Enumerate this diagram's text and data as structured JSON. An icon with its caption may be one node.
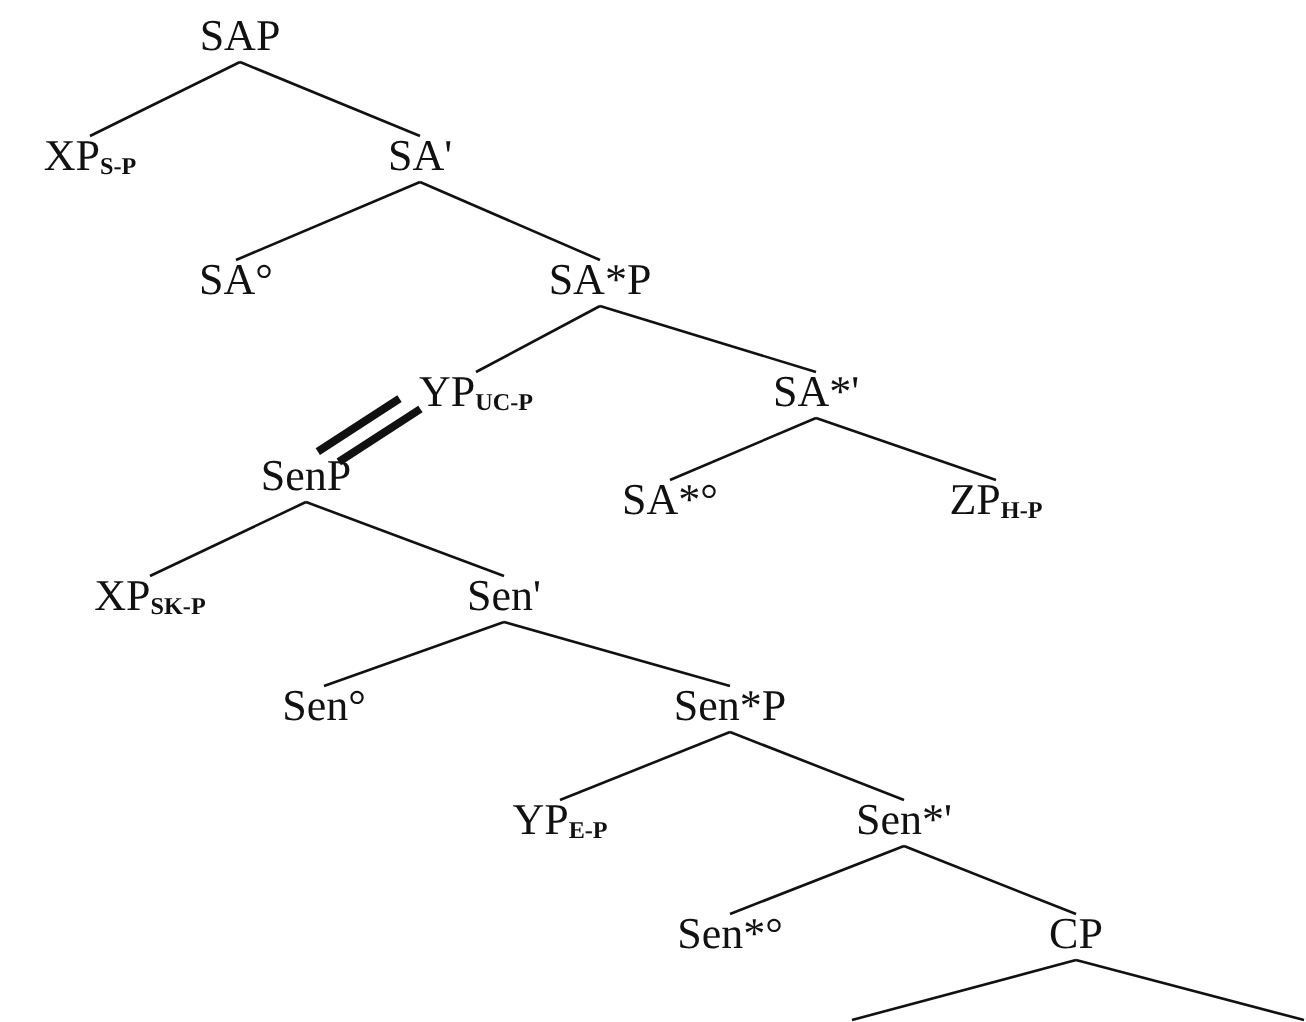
{
  "diagram": {
    "nodes": [
      {
        "text": [
          "SAP"
        ]
      },
      {
        "text": [
          "XP$_{S-P}$"
        ]
      },
      {
        "text": [
          "SA'"
        ]
      },
      {
        "text": [
          "SA°"
        ]
      },
      {
        "text": [
          "SA*P"
        ]
      },
      {
        "text": [
          "YP$_{UC-P}$"
        ]
      },
      {
        "text": [
          "SA*'"
        ]
      },
      {
        "text": [
          "SenP"
        ]
      },
      {
        "text": [
          "SA*°"
        ]
      },
      {
        "text": [
          "ZP$_{H-P}$"
        ]
      },
      {
        "text": [
          "XP$_{SK-P}$"
        ]
      },
      {
        "text": [
          "Sen'"
        ]
      },
      {
        "text": [
          "Sen°"
        ]
      },
      {
        "text": [
          "Sen*P"
        ]
      },
      {
        "text": [
          "YP$_{E-P}$"
        ]
      },
      {
        "text": [
          "Sen*'"
        ]
      },
      {
        "text": [
          "Sen*°"
        ]
      },
      {
        "text": [
          "CP"
        ]
      }
    ],
    "edges": [
      {
        "from": 0,
        "to": 1,
        "arrow": "none"
      },
      {
        "from": 0,
        "to": 2,
        "arrow": "none"
      },
      {
        "from": 2,
        "to": 3,
        "arrow": "none"
      },
      {
        "from": 2,
        "to": 4,
        "arrow": "none"
      },
      {
        "from": 4,
        "to": 5,
        "arrow": "none"
      },
      {
        "from": 4,
        "to": 6,
        "arrow": "none"
      },
      {
        "from": 5,
        "to": 7,
        "arrow": "none",
        "style": "thick"
      },
      {
        "from": 6,
        "to": 8,
        "arrow": "none"
      },
      {
        "from": 6,
        "to": 9,
        "arrow": "none"
      },
      {
        "from": 7,
        "to": 10,
        "arrow": "none"
      },
      {
        "from": 7,
        "to": 11,
        "arrow": "none"
      },
      {
        "from": 11,
        "to": 12,
        "arrow": "none"
      },
      {
        "from": 11,
        "to": 13,
        "arrow": "none"
      },
      {
        "from": 13,
        "to": 14,
        "arrow": "none"
      },
      {
        "from": 13,
        "to": 15,
        "arrow": "none"
      },
      {
        "from": 15,
        "to": 16,
        "arrow": "none"
      },
      {
        "from": 15,
        "to": 17,
        "arrow": "none"
      },
      {
        "from": 17,
        "to": null,
        "arrow": "none"
      },
      {
        "from": 17,
        "to": null,
        "arrow": "none"
      }
    ]
  }
}
